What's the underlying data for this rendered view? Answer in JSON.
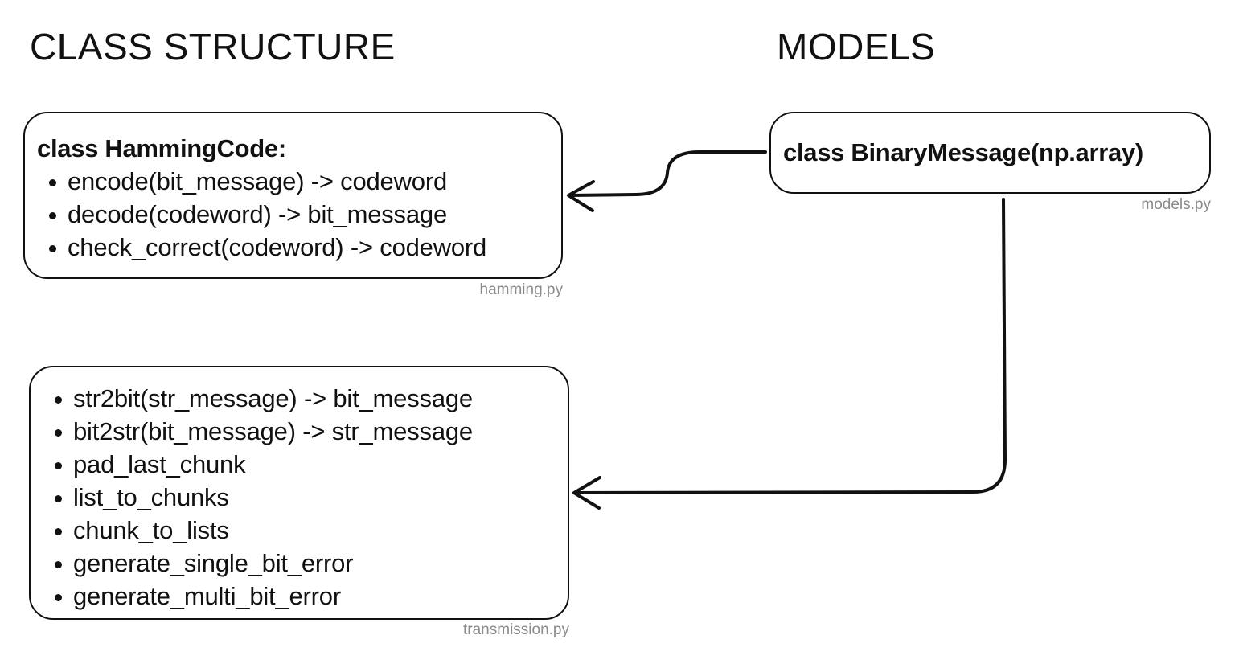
{
  "headings": {
    "left": "CLASS STRUCTURE",
    "right": "MODELS"
  },
  "hamming_box": {
    "title": "class HammingCode:",
    "methods": [
      "encode(bit_message) -> codeword",
      "decode(codeword) -> bit_message",
      "check_correct(codeword) -> codeword"
    ],
    "filename": "hamming.py"
  },
  "models_box": {
    "title": "class BinaryMessage(np.array)",
    "filename": "models.py"
  },
  "transmission_box": {
    "methods": [
      "str2bit(str_message) -> bit_message",
      "bit2str(bit_message) -> str_message",
      "pad_last_chunk",
      "list_to_chunks",
      "chunk_to_lists",
      "generate_single_bit_error",
      "generate_multi_bit_error"
    ],
    "filename": "transmission.py"
  },
  "colors": {
    "stroke": "#111111",
    "filename_text": "#8a8a8a",
    "background": "#ffffff"
  }
}
